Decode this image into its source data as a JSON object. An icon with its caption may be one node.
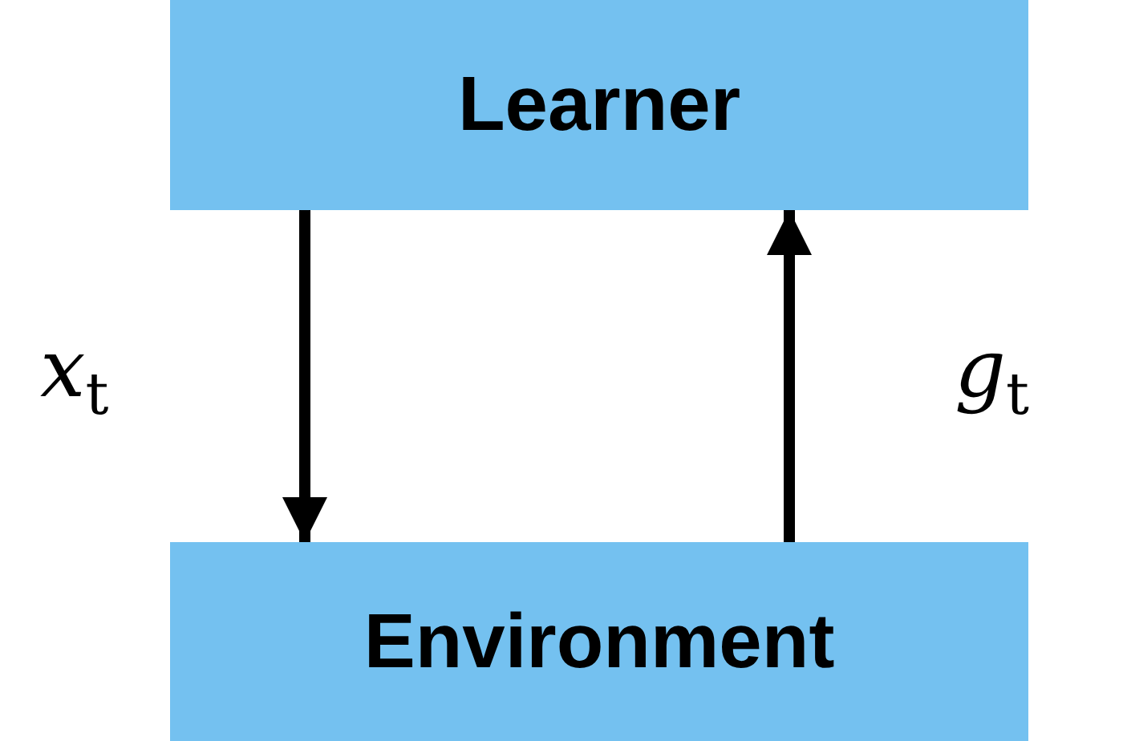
{
  "diagram": {
    "nodes": [
      {
        "text": [
          "Learner"
        ]
      },
      {
        "text": [
          "Environment"
        ]
      }
    ],
    "edges": [
      {
        "from": 0,
        "to": 1,
        "arrow": "to",
        "label": "*x*$_{t}$"
      },
      {
        "from": 1,
        "to": 0,
        "arrow": "to",
        "label": "*g*$_{t}$"
      }
    ]
  }
}
